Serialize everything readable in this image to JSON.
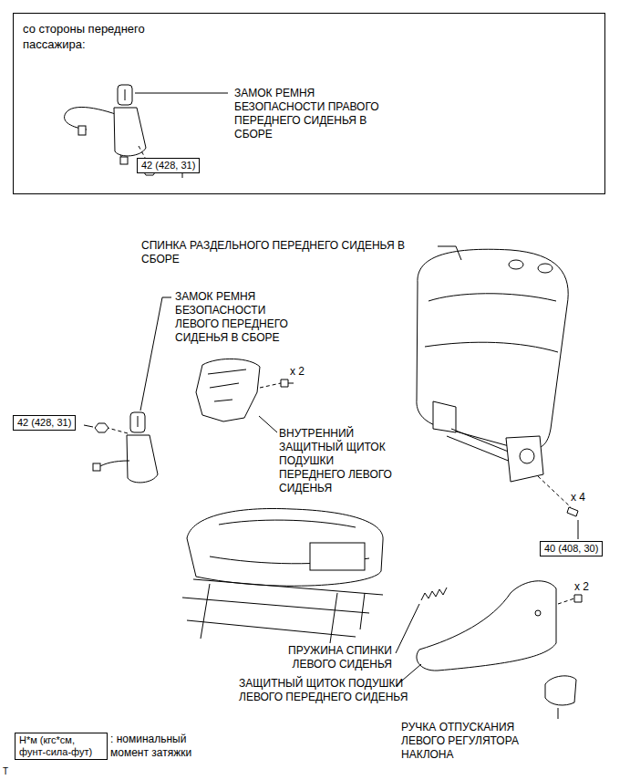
{
  "diagram": {
    "nodes": [
      {
        "text": [
          "со стороны переднего пассажира:",
          "ЗАМОК РЕМНЯ БЕЗОПАСНОСТИ ПРАВОГО ПЕРЕДНЕГО СИДЕНЬЯ В СБОРЕ"
        ]
      },
      {
        "text": [
          "42 (428, 31)"
        ],
        "in": 0
      },
      {
        "text": [
          "42 (428, 31)"
        ]
      },
      {
        "text": [
          "40 (408, 30)"
        ]
      },
      {
        "text": [
          "Н*м (кгс*см, фунт-сила-фут)"
        ]
      }
    ],
    "labels": [
      "СПИНКА РАЗДЕЛЬНОГО ПЕРЕДНЕГО СИДЕНЬЯ В СБОРЕ",
      "ЗАМОК РЕМНЯ БЕЗОПАСНОСТИ ЛЕВОГО ПЕРЕДНЕГО СИДЕНЬЯ В СБОРЕ",
      "x 2",
      "ВНУТРЕННИЙ ЗАЩИТНЫЙ ЩИТОК ПОДУШКИ ПЕРЕДНЕГО ЛЕВОГО СИДЕНЬЯ",
      "x 4",
      "x 2",
      "ПРУЖИНА СПИНКИ ЛЕВОГО СИДЕНЬЯ",
      "ЗАЩИТНЫЙ ЩИТОК ПОДУШКИ ЛЕВОГО ПЕРЕДНЕГО СИДЕНЬЯ",
      "РУЧКА ОТПУСКАНИЯ ЛЕВОГО РЕГУЛЯТОРА НАКЛОНА",
      ": номинальный момент затяжки",
      "T"
    ]
  }
}
